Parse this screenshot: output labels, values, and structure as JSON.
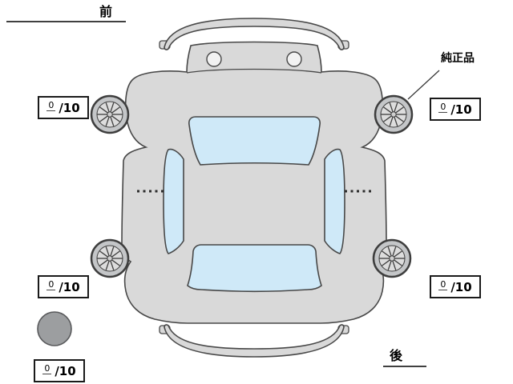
{
  "diagram": {
    "front_label": "前",
    "rear_label": "後",
    "genuine_label": "純正品"
  },
  "tires": {
    "front_left": {
      "value": "0",
      "denominator": "/10"
    },
    "front_right": {
      "value": "0",
      "denominator": "/10"
    },
    "rear_left": {
      "value": "0",
      "denominator": "/10"
    },
    "rear_right": {
      "value": "0",
      "denominator": "/10"
    },
    "spare": {
      "value": "0",
      "denominator": "/10"
    }
  },
  "colors": {
    "body": "#d9d9d9",
    "glass": "#cfe9f8",
    "outline": "#474747",
    "wheel": "#c4c6c8",
    "spare_tire": "#9c9ea0",
    "text": "#000000"
  }
}
